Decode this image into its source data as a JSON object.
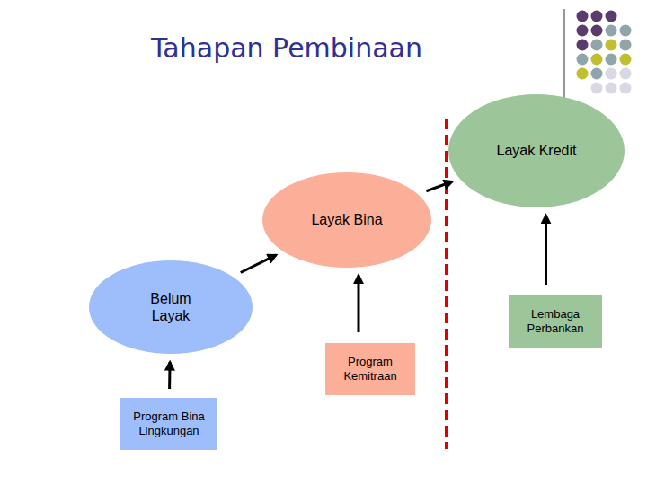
{
  "diagram": {
    "title": "Tahapan Pembinaan",
    "nodes": [
      {
        "text": [
          "Belum Layak"
        ]
      },
      {
        "text": [
          "Layak Bina"
        ]
      },
      {
        "text": [
          "Layak Kredit"
        ]
      },
      {
        "text": [
          "Program Bina Lingkungan"
        ]
      },
      {
        "text": [
          "Program Kemitraan"
        ]
      },
      {
        "text": [
          "Lembaga Perbankan"
        ]
      }
    ],
    "edges": [
      {
        "from": 0,
        "to": 1,
        "arrow": "to"
      },
      {
        "from": 1,
        "to": 2,
        "arrow": "to"
      },
      {
        "from": 3,
        "to": 0,
        "arrow": "to"
      },
      {
        "from": 4,
        "to": 1,
        "arrow": "to"
      },
      {
        "from": 5,
        "to": 2,
        "arrow": "to"
      }
    ]
  }
}
